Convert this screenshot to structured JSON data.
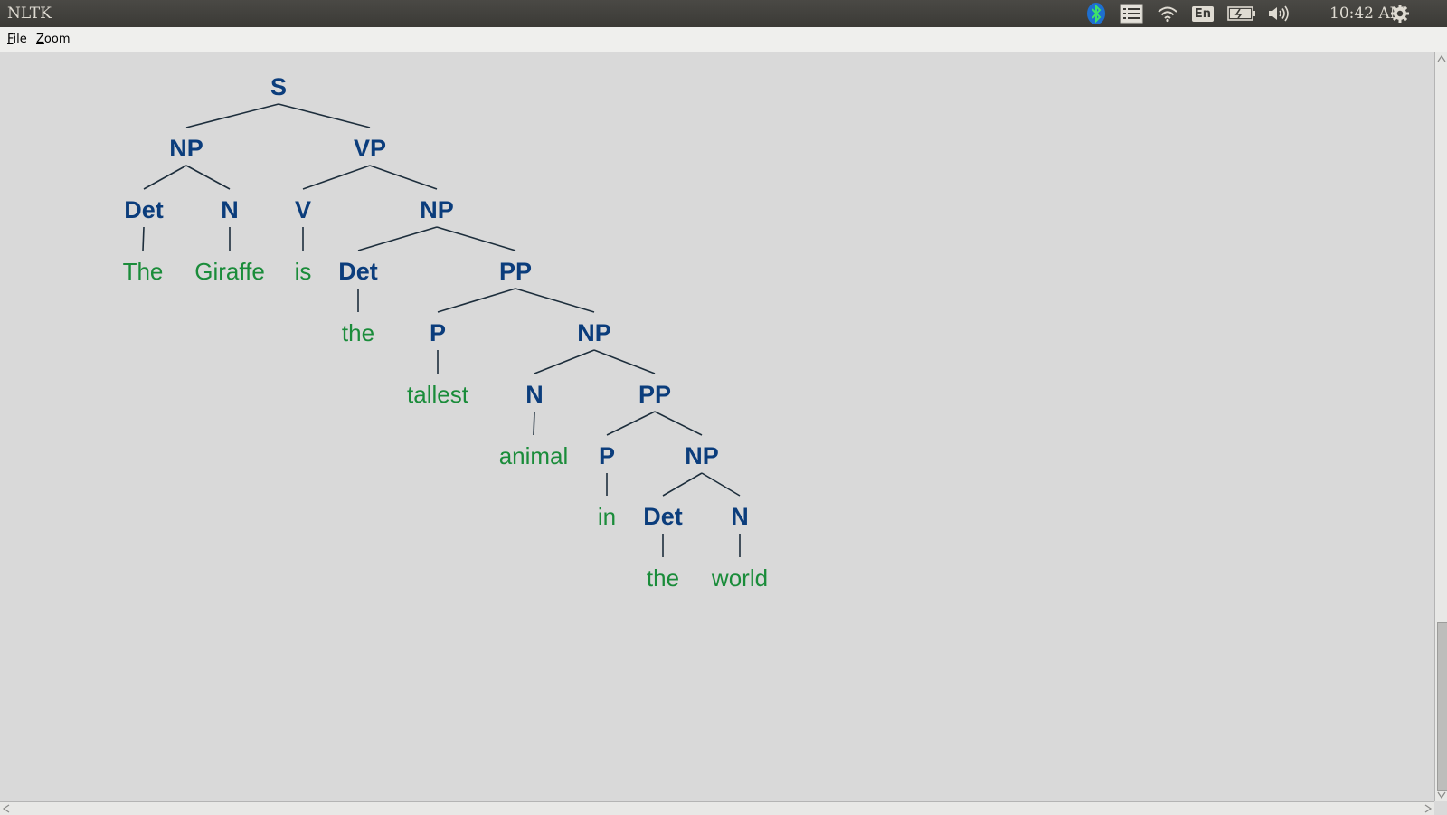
{
  "window": {
    "title": "NLTK"
  },
  "system_tray": {
    "icons": [
      "bluetooth-icon",
      "tasks-icon",
      "wifi-icon",
      "keyboard-layout-indicator",
      "battery-icon",
      "volume-icon",
      "settings-gear-icon"
    ],
    "keyboard_layout": "En",
    "clock": "10:42 AM"
  },
  "menubar": {
    "items": [
      {
        "label": "File",
        "mnemonic": "F"
      },
      {
        "label": "Zoom",
        "mnemonic": "Z"
      }
    ]
  },
  "tree": {
    "colors": {
      "nonterminal": "#0b3d7c",
      "terminal": "#1a8c3a",
      "branch": "#1d2e3c"
    },
    "nodes": [
      {
        "id": "n0",
        "label": "S",
        "leaf": false
      },
      {
        "id": "n1",
        "label": "NP",
        "leaf": false
      },
      {
        "id": "n2",
        "label": "VP",
        "leaf": false
      },
      {
        "id": "n3",
        "label": "Det",
        "leaf": false
      },
      {
        "id": "n4",
        "label": "N",
        "leaf": false
      },
      {
        "id": "n5",
        "label": "V",
        "leaf": false
      },
      {
        "id": "n6",
        "label": "NP",
        "leaf": false
      },
      {
        "id": "n7",
        "label": "The",
        "leaf": true
      },
      {
        "id": "n8",
        "label": "Giraffe",
        "leaf": true
      },
      {
        "id": "n9",
        "label": "is",
        "leaf": true
      },
      {
        "id": "n10",
        "label": "Det",
        "leaf": false
      },
      {
        "id": "n11",
        "label": "PP",
        "leaf": false
      },
      {
        "id": "n12",
        "label": "the",
        "leaf": true
      },
      {
        "id": "n13",
        "label": "P",
        "leaf": false
      },
      {
        "id": "n14",
        "label": "NP",
        "leaf": false
      },
      {
        "id": "n15",
        "label": "tallest",
        "leaf": true
      },
      {
        "id": "n16",
        "label": "N",
        "leaf": false
      },
      {
        "id": "n17",
        "label": "PP",
        "leaf": false
      },
      {
        "id": "n18",
        "label": "animal",
        "leaf": true
      },
      {
        "id": "n19",
        "label": "P",
        "leaf": false
      },
      {
        "id": "n20",
        "label": "NP",
        "leaf": false
      },
      {
        "id": "n21",
        "label": "in",
        "leaf": true
      },
      {
        "id": "n22",
        "label": "Det",
        "leaf": false
      },
      {
        "id": "n23",
        "label": "N",
        "leaf": false
      },
      {
        "id": "n24",
        "label": "the",
        "leaf": true
      },
      {
        "id": "n25",
        "label": "world",
        "leaf": true
      }
    ],
    "edges": [
      [
        "n0",
        "n1"
      ],
      [
        "n0",
        "n2"
      ],
      [
        "n1",
        "n3"
      ],
      [
        "n1",
        "n4"
      ],
      [
        "n2",
        "n5"
      ],
      [
        "n2",
        "n6"
      ],
      [
        "n3",
        "n7"
      ],
      [
        "n4",
        "n8"
      ],
      [
        "n5",
        "n9"
      ],
      [
        "n6",
        "n10"
      ],
      [
        "n6",
        "n11"
      ],
      [
        "n10",
        "n12"
      ],
      [
        "n11",
        "n13"
      ],
      [
        "n11",
        "n14"
      ],
      [
        "n13",
        "n15"
      ],
      [
        "n14",
        "n16"
      ],
      [
        "n14",
        "n17"
      ],
      [
        "n16",
        "n18"
      ],
      [
        "n17",
        "n19"
      ],
      [
        "n17",
        "n20"
      ],
      [
        "n19",
        "n21"
      ],
      [
        "n20",
        "n22"
      ],
      [
        "n20",
        "n23"
      ],
      [
        "n22",
        "n24"
      ],
      [
        "n23",
        "n25"
      ]
    ]
  }
}
